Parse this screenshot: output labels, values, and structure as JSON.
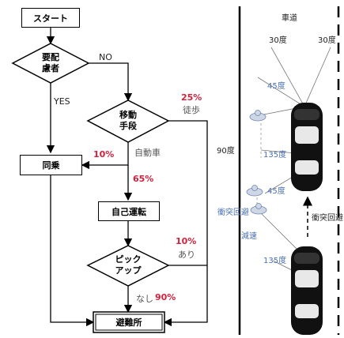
{
  "flowchart": {
    "start": "スタート",
    "decision_caregiver": "要配\n慮者",
    "no": "NO",
    "yes": "YES",
    "decision_transport": "移動\n手段",
    "walk_pct": "25%",
    "walk": "徒歩",
    "car": "自動車",
    "ride_pct": "10%",
    "ride": "同乗",
    "self_drive_pct": "65%",
    "self_drive": "自己運転",
    "decision_pickup": "ピック\nアップ",
    "pickup_yes_pct": "10%",
    "pickup_yes": "あり",
    "pickup_no": "なし",
    "pickup_no_pct": "90%",
    "shelter": "避難所"
  },
  "road": {
    "lane_label": "車道",
    "angle_30_left": "30度",
    "angle_30_right": "30度",
    "angle_45_upper": "45度",
    "angle_90": "90度",
    "angle_135_upper": "135度",
    "angle_45_lower": "45度",
    "collision_avoid_left": "衝突回避",
    "decelerate": "減速",
    "collision_avoid_right": "衝突回避",
    "angle_135_lower": "135度"
  }
}
